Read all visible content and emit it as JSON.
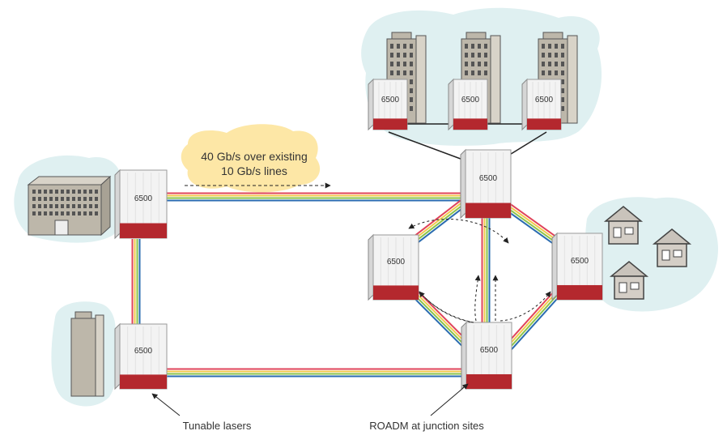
{
  "callout": {
    "line1": "40 Gb/s over existing",
    "line2": "10 Gb/s lines"
  },
  "labels": {
    "tunable_lasers": "Tunable lasers",
    "roadm": "ROADM at junction sites"
  },
  "nodes": {
    "left_top": "6500",
    "left_bottom": "6500",
    "center_top": "6500",
    "center_left": "6500",
    "center_right": "6500",
    "center_bottom": "6500",
    "office_1": "6500",
    "office_2": "6500",
    "office_3": "6500"
  },
  "colors": {
    "blue": "#2b6cb0",
    "yellow": "#f2c94c",
    "green": "#8bc34a",
    "red": "#e0445a",
    "cloud": "#dff0f1",
    "callout": "#fde7a6",
    "chassis_red": "#b4282e"
  }
}
